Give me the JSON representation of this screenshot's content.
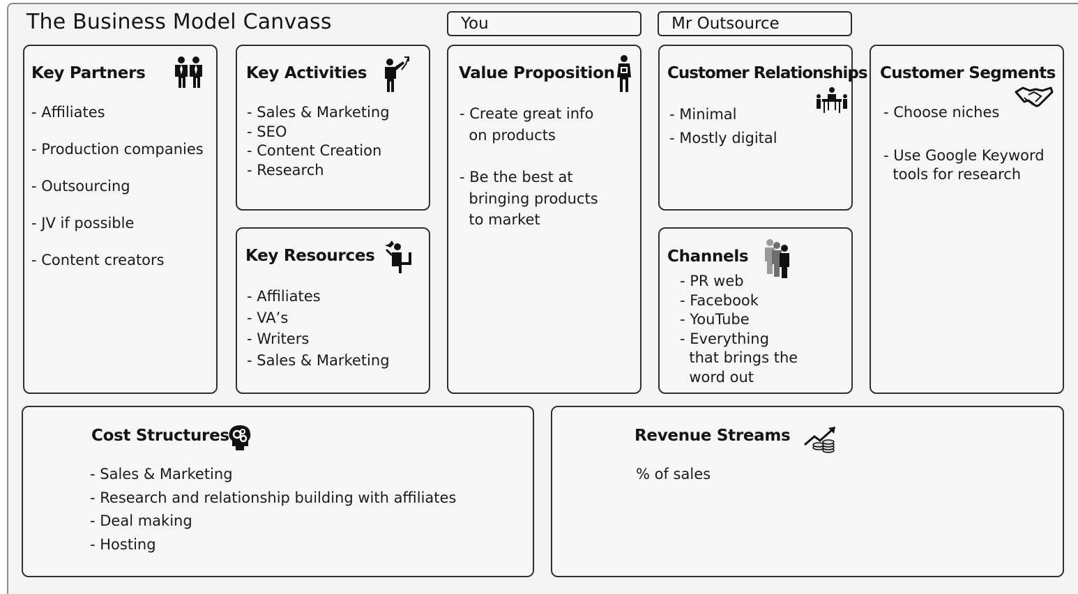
{
  "canvas": {
    "title": "The Business Model Canvass",
    "owner_you": "You",
    "owner_partner": "Mr Outsource"
  },
  "blocks": {
    "key_partners": {
      "title": "Key Partners",
      "icon": "partners-icon",
      "items": [
        "- Affiliates",
        "- Production companies",
        "- Outsourcing",
        "- JV if possible",
        "- Content creators"
      ]
    },
    "key_activities": {
      "title": "Key Activities",
      "icon": "activities-icon",
      "items": [
        "- Sales & Marketing",
        "- SEO",
        "- Content Creation",
        "- Research"
      ]
    },
    "key_resources": {
      "title": "Key Resources",
      "icon": "resources-icon",
      "items": [
        "- Affiliates",
        "- VA’s",
        "- Writers",
        "- Sales & Marketing"
      ]
    },
    "value_proposition": {
      "title": "Value Proposition",
      "icon": "value-proposition-icon",
      "items": [
        "- Create great info\n  on products",
        "- Be the best at\n  bringing products\n  to market"
      ]
    },
    "customer_relationships": {
      "title": "Customer Relationships",
      "icon": "relationships-icon",
      "items": [
        "- Minimal",
        "- Mostly digital"
      ]
    },
    "channels": {
      "title": "Channels",
      "icon": "channels-icon",
      "items": [
        "- PR web",
        "- Facebook",
        "- YouTube",
        "- Everything\n  that brings the\n  word out"
      ]
    },
    "customer_segments": {
      "title": "Customer Segments",
      "icon": "handshake-icon",
      "items": [
        "- Choose niches",
        "- Use Google Keyword\n  tools for research"
      ]
    },
    "cost_structures": {
      "title": "Cost Structures",
      "icon": "brain-gears-icon",
      "items": [
        "- Sales & Marketing",
        "- Research and relationship building with affiliates",
        "- Deal making",
        "- Hosting"
      ]
    },
    "revenue_streams": {
      "title": "Revenue Streams",
      "icon": "revenue-icon",
      "items": [
        "% of sales"
      ]
    }
  },
  "colors": {
    "border": "#2f2f2f",
    "block_fill": "#f6f6f6",
    "frame_fill": "#f4f4f4",
    "text": "#141414"
  }
}
